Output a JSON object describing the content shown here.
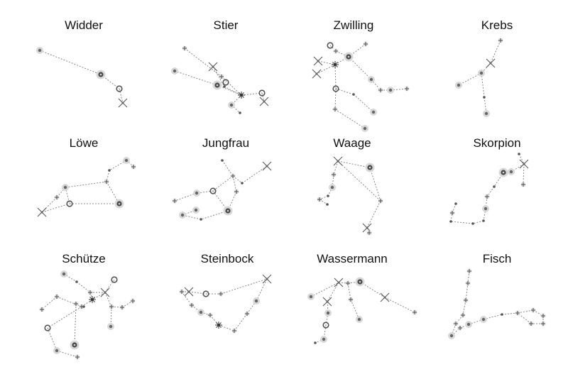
{
  "signs": [
    {
      "title": "Widder"
    },
    {
      "title": "Stier"
    },
    {
      "title": "Zwilling"
    },
    {
      "title": "Krebs"
    },
    {
      "title": "Löwe"
    },
    {
      "title": "Jungfrau"
    },
    {
      "title": "Waage"
    },
    {
      "title": "Skorpion"
    },
    {
      "title": "Schütze"
    },
    {
      "title": "Steinbock"
    },
    {
      "title": "Wassermann"
    },
    {
      "title": "Fisch"
    }
  ]
}
